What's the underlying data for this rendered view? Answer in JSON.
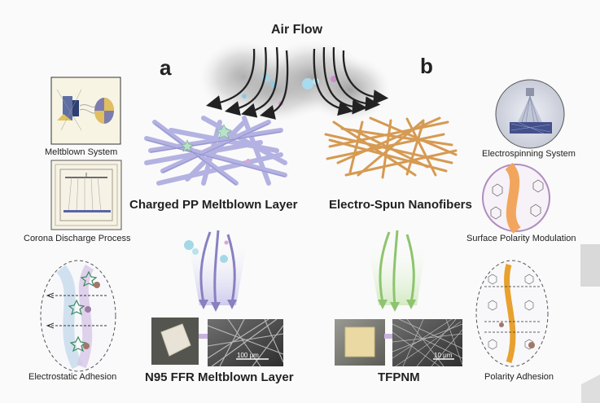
{
  "title": "Air Flow",
  "panel_a": {
    "letter": "a",
    "layer_label": "Charged PP Meltblown Layer",
    "bottom_label": "N95 FFR Meltblown Layer",
    "scale_bar": "100 μm",
    "side_labels": {
      "meltblown": "Meltblown System",
      "corona": "Corona Discharge Process",
      "adhesion": "Electrostatic Adhesion"
    },
    "fiber_color": "#b9b8e3",
    "arrow_color": "#8a86c4"
  },
  "panel_b": {
    "letter": "b",
    "layer_label": "Electro-Spun Nanofibers",
    "bottom_label": "TFPNM",
    "scale_bar": "10 μm",
    "side_labels": {
      "electrospinning": "Electrospinning System",
      "surface": "Surface Polarity Modulation",
      "adhesion": "Polarity Adhesion"
    },
    "fiber_color": "#d9a15e",
    "arrow_color": "#8ec46d"
  }
}
